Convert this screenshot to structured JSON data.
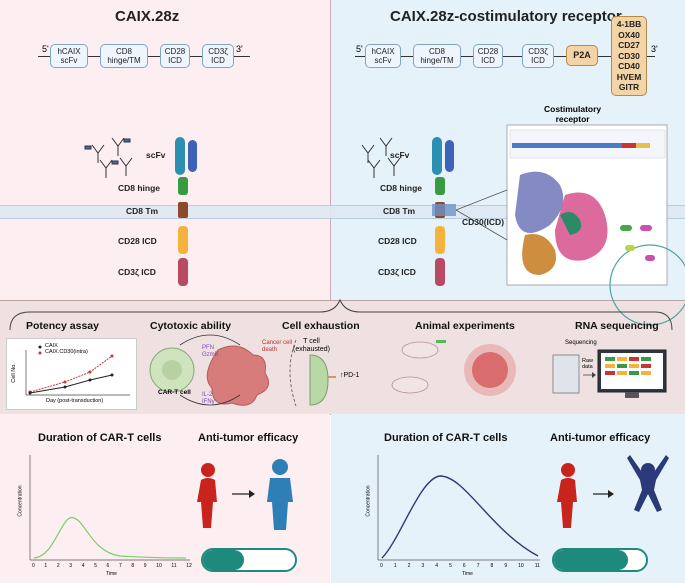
{
  "left_title": "CAIX.28z",
  "right_title": "CAIX.28z-costimulatory receptor",
  "construct_left": {
    "five_prime": "5'",
    "three_prime": "3'",
    "segments": [
      "hCAIX\nscFv",
      "CD8\nhinge/TM",
      "CD28\nICD",
      "CD3ζ\nICD"
    ]
  },
  "construct_right": {
    "five_prime": "5'",
    "three_prime": "3'",
    "segments": [
      "hCAIX\nscFv",
      "CD8\nhinge/TM",
      "CD28\nICD",
      "CD3ζ\nICD"
    ],
    "p2a": "P2A",
    "receptor_options": [
      "4-1BB",
      "OX40",
      "CD27",
      "CD30",
      "CD40",
      "HVEM",
      "GITR"
    ]
  },
  "domains": [
    "scFv",
    "CD8 hinge",
    "CD8 Tm",
    "CD28 ICD",
    "CD3ζ ICD"
  ],
  "costim_receptor_title": "Costimulatory\nreceptor",
  "cd30_label": "CD30(ICD)",
  "assays": {
    "potency": "Potency assay",
    "cytotoxic": "Cytotoxic ability",
    "exhaustion": "Cell exhaustion",
    "animal": "Animal experiments",
    "rna": "RNA sequencing"
  },
  "potency_chart": {
    "legend": [
      "CAIX",
      "CAIX.CD30(intra)"
    ],
    "xlabel": "Day (post-transduction)",
    "ylabel": "Cell No."
  },
  "cytotoxic_labels": {
    "car_t": "CAR-T cell",
    "cancer": "Cancer cell\ndeath",
    "top_cytokines": "PFN\nGzmB",
    "bottom_cytokines": "IL-2\nIFNγ"
  },
  "exhaustion_labels": {
    "tcell": "T cell\n(exhausted)",
    "pd1": "↑PD-1"
  },
  "rna_labels": {
    "sequencing": "Sequencing",
    "raw": "Raw\ndata"
  },
  "bottom_left": {
    "duration_title": "Duration of CAR-T cells",
    "efficacy_title": "Anti-tumor efficacy",
    "ylabel": "Concentration",
    "xlabel": "Time",
    "x_ticks": [
      "0",
      "1",
      "2",
      "3",
      "4",
      "5",
      "6",
      "7",
      "8",
      "9",
      "10",
      "11",
      "12"
    ],
    "efficacy_level": 0.45
  },
  "bottom_right": {
    "duration_title": "Duration of CAR-T cells",
    "efficacy_title": "Anti-tumor efficacy",
    "ylabel": "Concentration",
    "xlabel": "Time",
    "x_ticks": [
      "0",
      "1",
      "2",
      "3",
      "4",
      "5",
      "6",
      "7",
      "8",
      "9",
      "10",
      "11"
    ],
    "efficacy_level": 0.8
  },
  "colors": {
    "left_bg": "#fdeef2",
    "right_bg": "#e6f2f9",
    "middle_bg": "#efe1e1",
    "curve_left": "#7ccf6a",
    "curve_right": "#2a3a78",
    "toggle": "#1d8a7c",
    "person_sick": "#c8241d",
    "person_healthy": "#2e7fb5"
  }
}
